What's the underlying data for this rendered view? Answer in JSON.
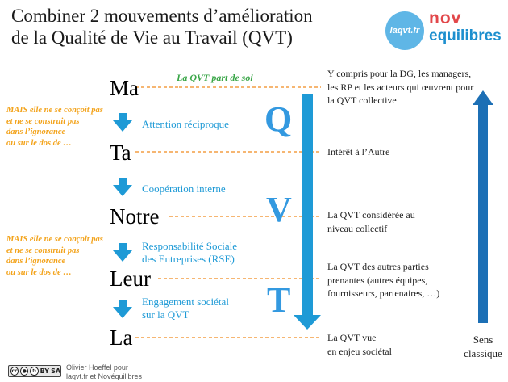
{
  "title": {
    "line1": "Combiner 2 mouvements d’amélioration",
    "line2": "de la Qualité de Vie au Travail (QVT)"
  },
  "logos": {
    "laqvt": "laqvt.fr",
    "nov_line1": "nov",
    "nov_line2": "equilibres"
  },
  "tagline": "La QVT part de soi",
  "words": [
    "Ma",
    "Ta",
    "Notre",
    "Leur",
    "La"
  ],
  "links": {
    "l1": "Attention réciproque",
    "l2": "Coopération interne",
    "l3_line1": "Responsabilité Sociale",
    "l3_line2": "des Entreprises (RSE)",
    "l4_line1": "Engagement sociétal",
    "l4_line2": "sur la QVT"
  },
  "mais_note": {
    "line1": "MAIS elle ne se conçoit pas",
    "line2": "et ne se construit pas",
    "line3": "dans l’ignorance",
    "line4": "ou sur le dos de …"
  },
  "letters": [
    "Q",
    "V",
    "T"
  ],
  "descriptions": {
    "d1_line1": "Y compris pour la DG, les managers,",
    "d1_line2": "les RP et les acteurs qui œuvrent pour",
    "d1_line3": "la QVT collective",
    "d2": "Intérêt à l’Autre",
    "d3_line1": "La QVT considérée au",
    "d3_line2": "niveau collectif",
    "d4_line1": "La QVT des autres parties",
    "d4_line2": "prenantes (autres équipes,",
    "d4_line3": "fournisseurs, partenaires,  …)",
    "d5_line1": "La QVT vue",
    "d5_line2": "en enjeu sociétal"
  },
  "sens": {
    "line1": "Sens",
    "line2": "classique"
  },
  "credit": {
    "line1": "Olivier Hoeffel pour",
    "line2": "laqvt.fr et Novéquilibres"
  },
  "license": {
    "cc": "cc",
    "by": "BY",
    "sa": "SA"
  },
  "colors": {
    "blue": "#1e9ad6",
    "orange": "#f3a31b",
    "green": "#3aa648",
    "dash": "#f08a1e"
  }
}
